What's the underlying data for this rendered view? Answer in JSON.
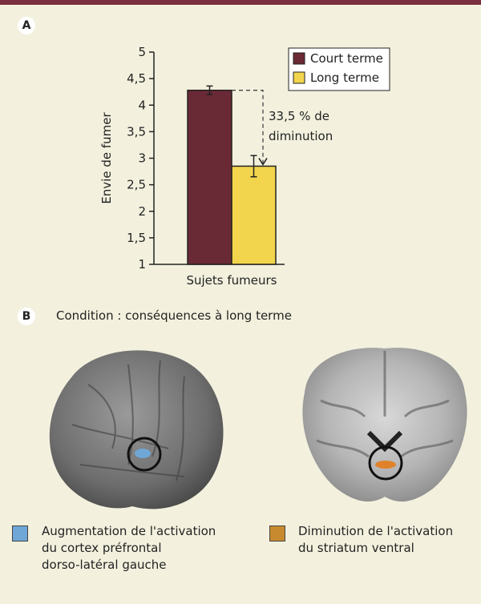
{
  "panel_a": {
    "letter": "A"
  },
  "panel_b": {
    "letter": "B",
    "condition": "Condition : conséquences à long terme",
    "legend": [
      {
        "color": "#6fa7d6",
        "text_lines": [
          "Augmentation de l'activation",
          "du cortex préfrontal",
          "dorso-latéral gauche"
        ]
      },
      {
        "color": "#c88a2e",
        "text_lines": [
          "Diminution de l'activation",
          "du striatum ventral"
        ]
      }
    ]
  },
  "chart_data": {
    "type": "bar",
    "categories": [
      "Sujets fumeurs"
    ],
    "series": [
      {
        "name": "Court terme",
        "color": "#6a2a35",
        "values": [
          4.28
        ],
        "error": [
          0.08
        ]
      },
      {
        "name": "Long terme",
        "color": "#f2d54c",
        "values": [
          2.85
        ],
        "error": [
          0.2
        ]
      }
    ],
    "ylabel": "Envie de fumer",
    "ylim": [
      1,
      5
    ],
    "yticks": [
      "1",
      "1,5",
      "2",
      "2,5",
      "3",
      "3,5",
      "4",
      "4,5",
      "5"
    ],
    "annotation": [
      "33,5 % de",
      "diminution"
    ],
    "legend_position": "top-right",
    "grid": false
  }
}
